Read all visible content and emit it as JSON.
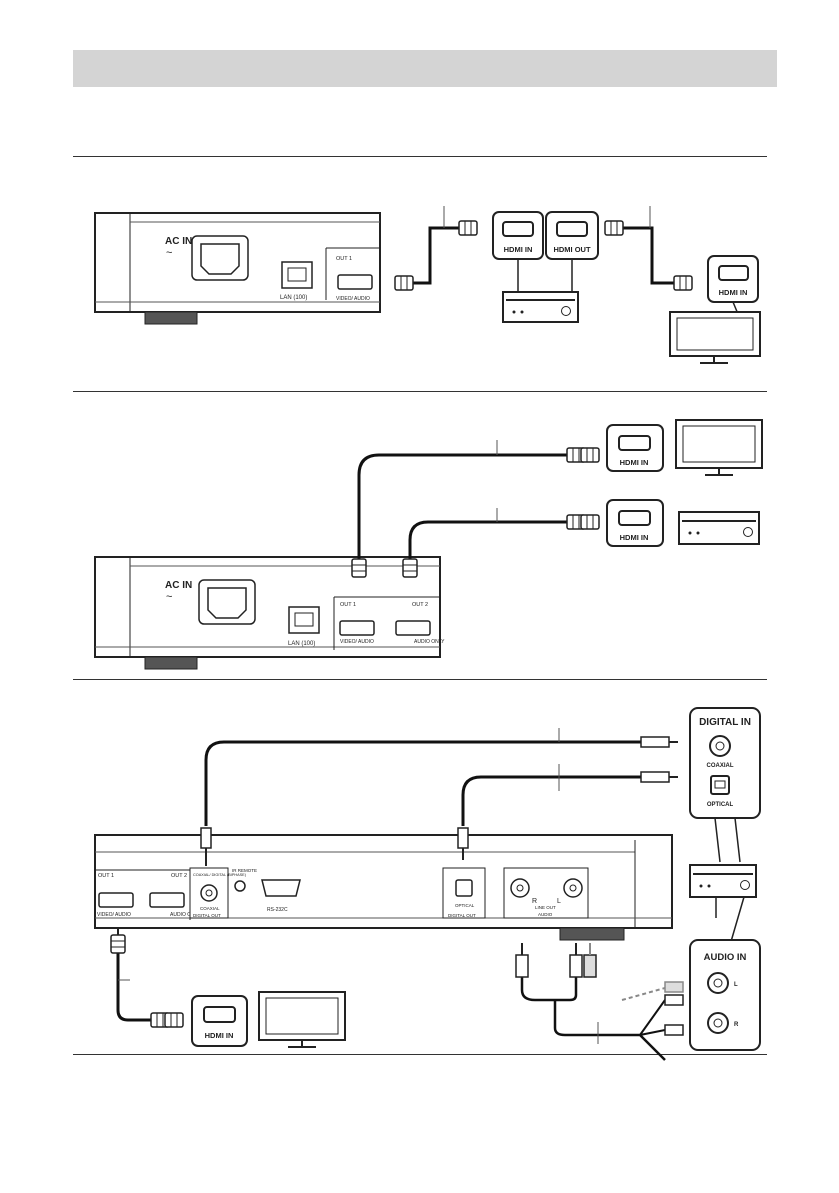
{
  "header": {
    "title": ""
  },
  "panel1": {
    "player": {
      "ac_label": "AC IN",
      "lan_label": "LAN (100)",
      "out1_label": "OUT 1",
      "hdmi_label": "VIDEO/\nAUDIO"
    },
    "receiver_in_label": "HDMI IN",
    "receiver_out_label": "HDMI OUT",
    "tv_in_label": "HDMI IN"
  },
  "panel2": {
    "player": {
      "ac_label": "AC IN",
      "lan_label": "LAN (100)",
      "out1_label": "OUT 1",
      "out2_label": "OUT 2",
      "hdmi1_label": "VIDEO/\nAUDIO",
      "hdmi2_label": "AUDIO\nONLY"
    },
    "tv_in_label": "HDMI IN",
    "receiver_in_label": "HDMI IN"
  },
  "panel3": {
    "player": {
      "out1_label": "OUT 1",
      "out2_label": "OUT 2",
      "hdmi1_label": "VIDEO/\nAUDIO",
      "hdmi2_label": "AUDIO\nONLY",
      "coax_top_label": "COAXIAL/\nDIGITAL (BIPHASE)",
      "coax_label": "COAXIAL",
      "digital_out_label_1": "DIGITAL OUT",
      "ir_label": "IR REMOTE",
      "rs232_label": "RS-232C",
      "optical_label": "OPTICAL",
      "digital_out_label_2": "DIGITAL OUT",
      "line_out_label": "LINE OUT",
      "audio_label": "AUDIO",
      "r_label": "R",
      "l_label": "L"
    },
    "digital_in_label": "DIGITAL IN",
    "coaxial_label": "COAXIAL",
    "optical_label": "OPTICAL",
    "audio_in_label": "AUDIO IN",
    "audio_in_l": "L",
    "audio_in_r": "R",
    "tv_in_label": "HDMI IN"
  }
}
